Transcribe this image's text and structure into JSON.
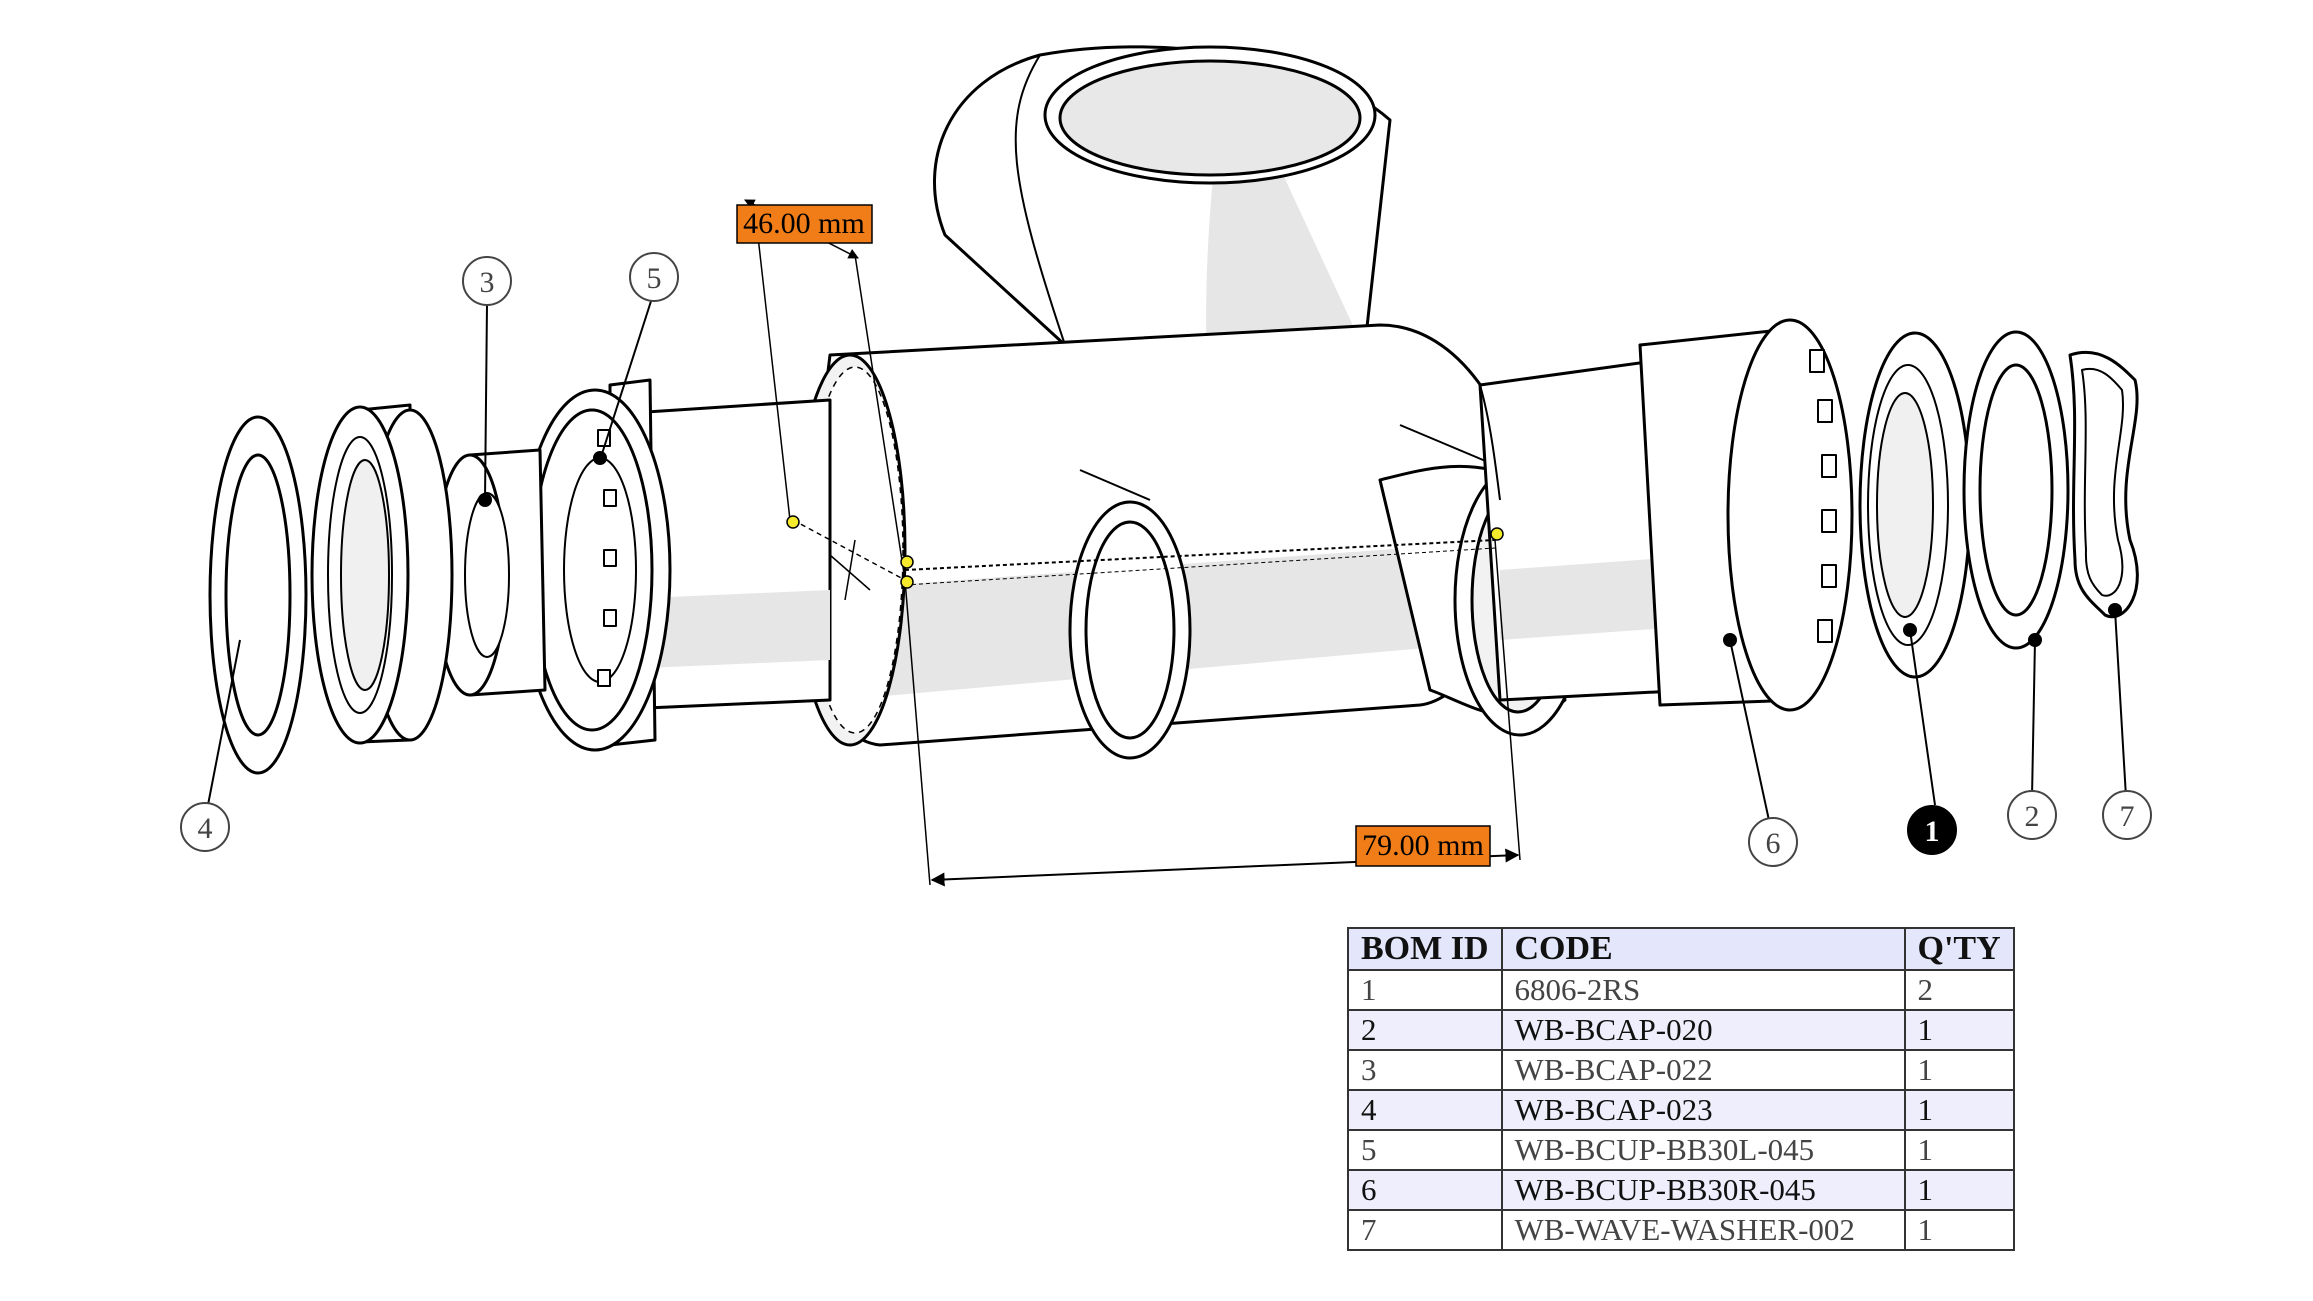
{
  "dimensions": [
    {
      "id": "dim-bore-diameter",
      "text": "46.00 mm"
    },
    {
      "id": "dim-shell-width",
      "text": "79.00 mm"
    }
  ],
  "balloons": [
    {
      "id": "1",
      "filled": true
    },
    {
      "id": "2",
      "filled": false
    },
    {
      "id": "3",
      "filled": false
    },
    {
      "id": "4",
      "filled": false
    },
    {
      "id": "5",
      "filled": false
    },
    {
      "id": "6",
      "filled": false
    },
    {
      "id": "7",
      "filled": false
    }
  ],
  "bom": {
    "headers": [
      "BOM ID",
      "CODE",
      "Q'TY"
    ],
    "rows": [
      [
        "1",
        "6806-2RS",
        "2"
      ],
      [
        "2",
        "WB-BCAP-020",
        "1"
      ],
      [
        "3",
        "WB-BCAP-022",
        "1"
      ],
      [
        "4",
        "WB-BCAP-023",
        "1"
      ],
      [
        "5",
        "WB-BCUP-BB30L-045",
        "1"
      ],
      [
        "6",
        "WB-BCUP-BB30R-045",
        "1"
      ],
      [
        "7",
        "WB-WAVE-WASHER-002",
        "1"
      ]
    ]
  },
  "colors": {
    "dimension_tag": "#f07d17",
    "measure_point": "#f6ea2d",
    "table_header": "#e4e6fb",
    "table_row_alt": "#eeeefc",
    "shading": "#e6e6e6"
  }
}
